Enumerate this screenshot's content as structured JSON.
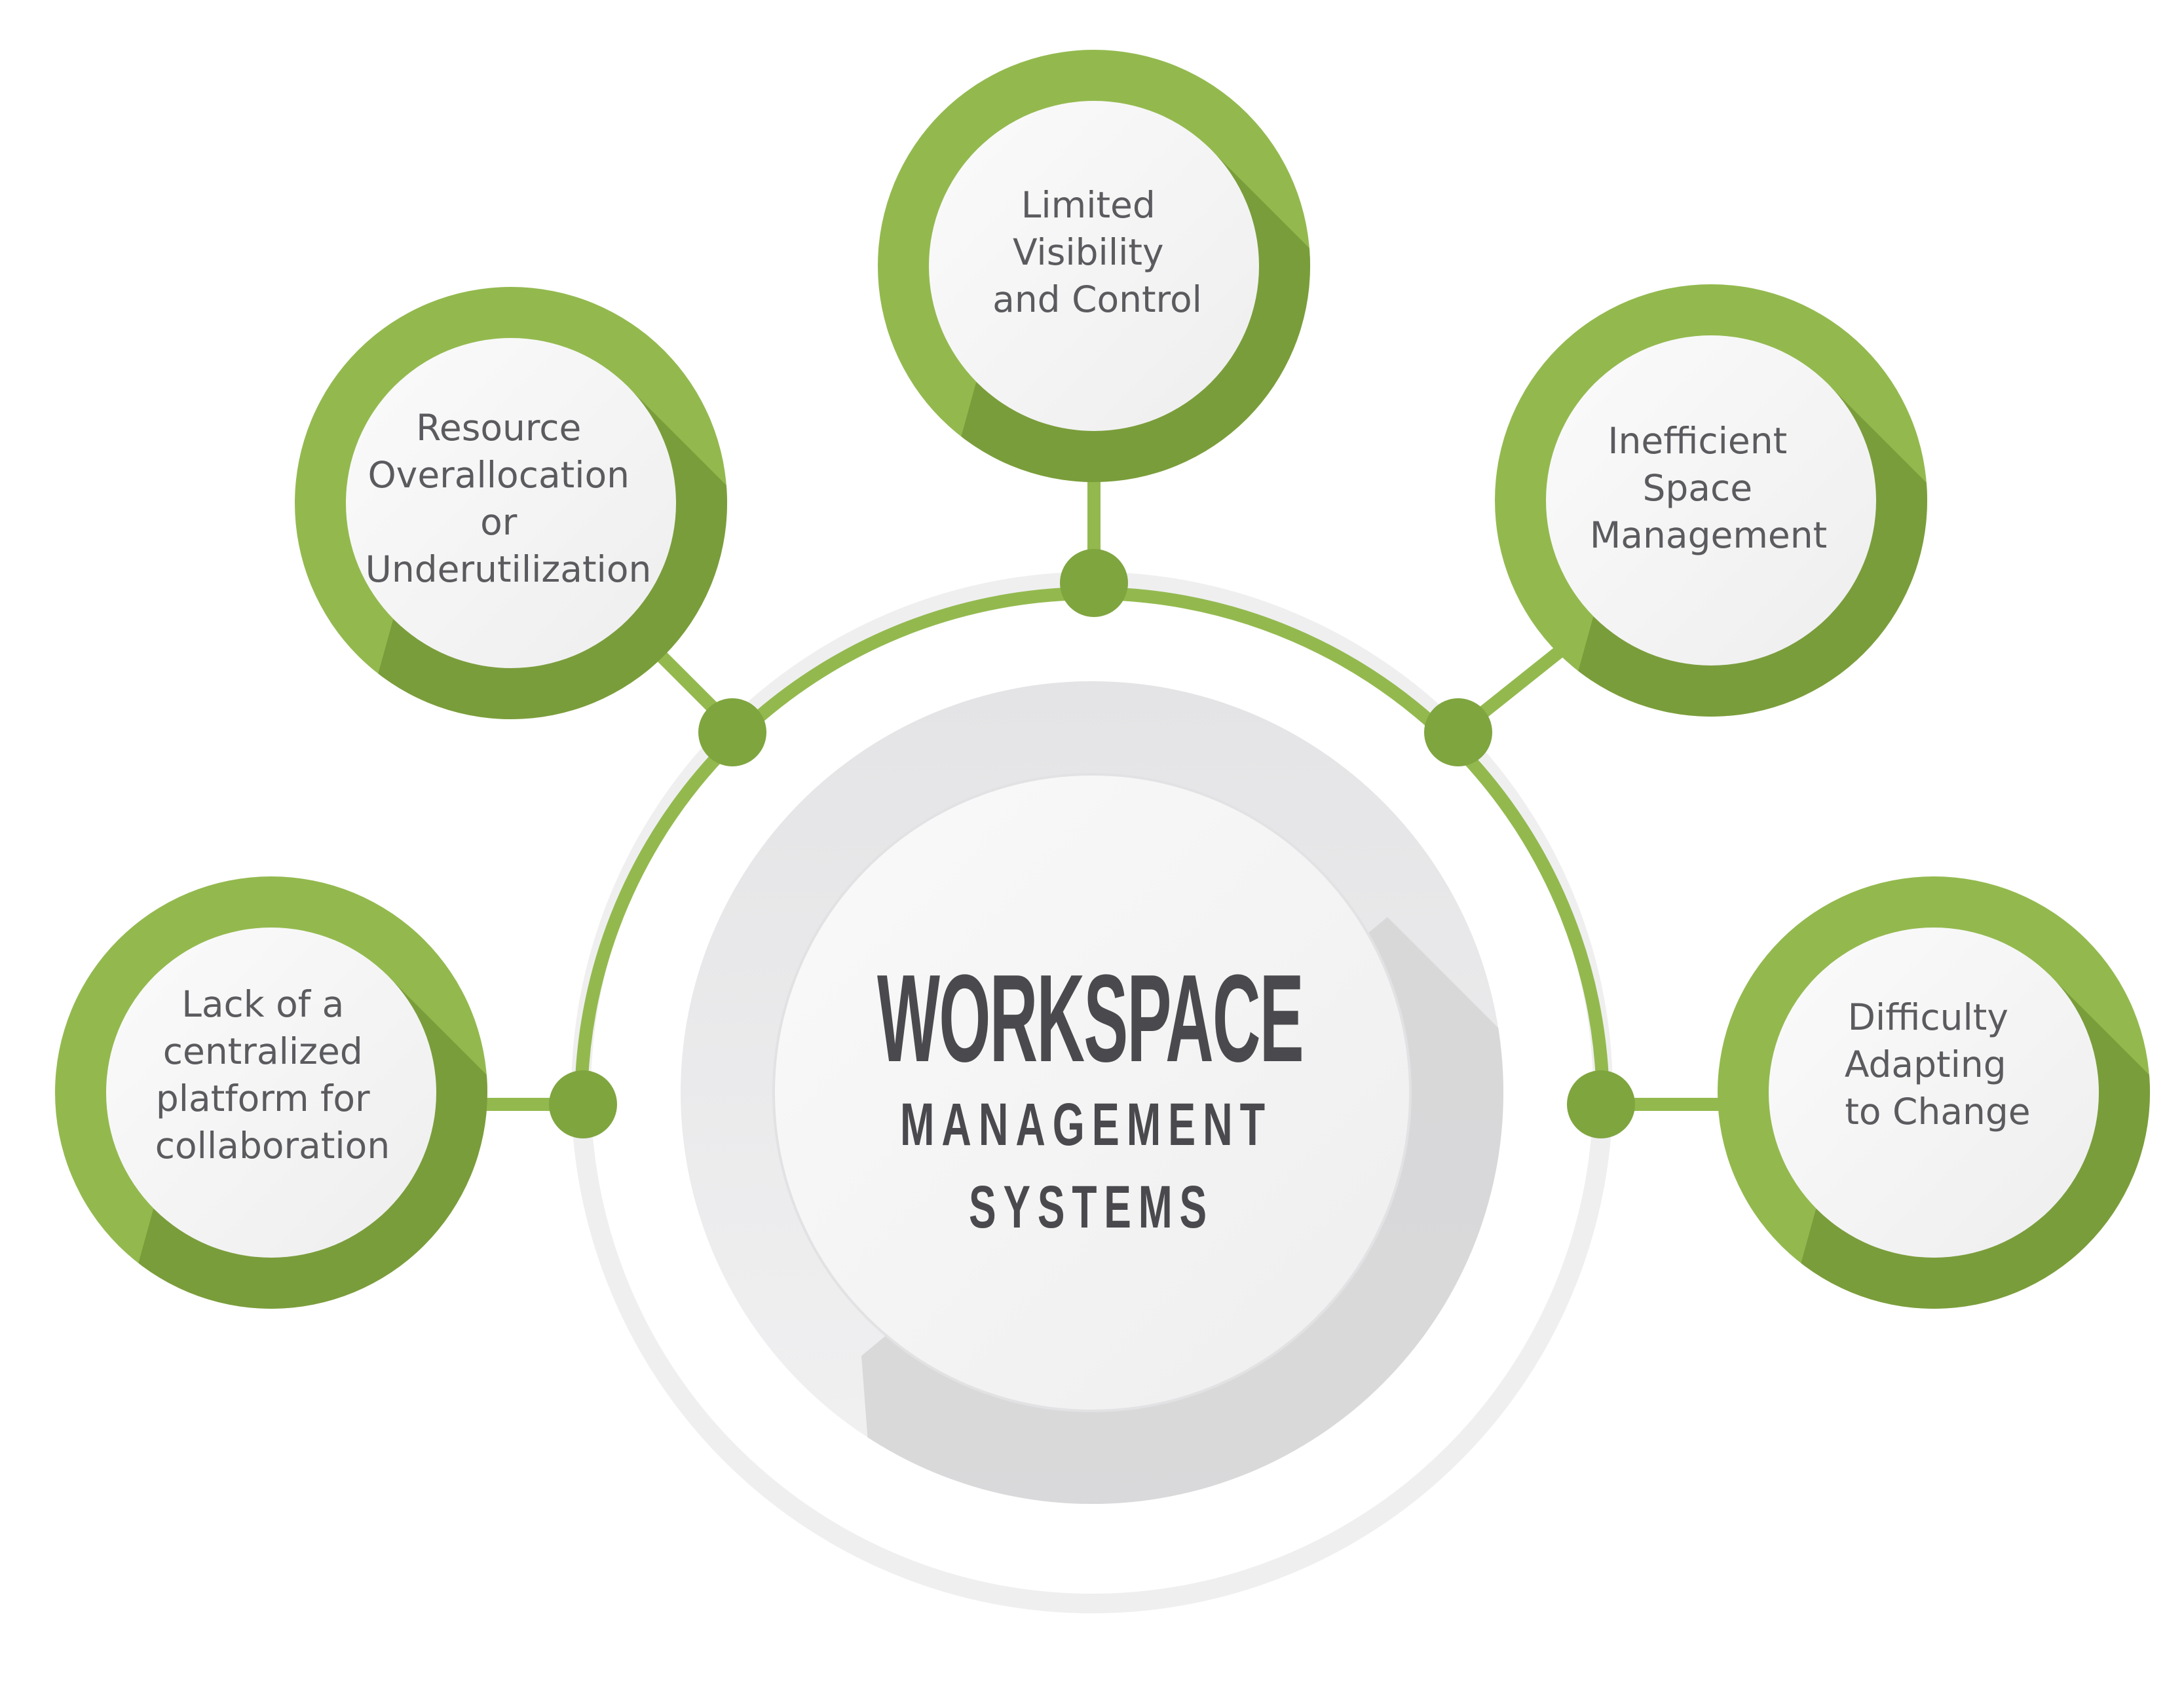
{
  "colors": {
    "green": "#93b94e",
    "green_dark": "#7a9d3b",
    "text": "#5b5b5f",
    "title": "#4a4a4e",
    "inner_fill": "#f6f6f6",
    "ring_light": "#ececed"
  },
  "center": {
    "title": "WORKSPACE",
    "line1": "MANAGEMENT",
    "line2": "SYSTEMS"
  },
  "nodes": [
    {
      "id": "resource",
      "lines": [
        "Resource",
        "Overallocation",
        "or",
        "Underutilization"
      ]
    },
    {
      "id": "visibility",
      "lines": [
        "Limited",
        "Visibility",
        "and Control"
      ]
    },
    {
      "id": "space",
      "lines": [
        "Inefficient",
        "Space",
        "Management"
      ]
    },
    {
      "id": "collaboration",
      "lines": [
        "Lack of a",
        "centralized",
        "platform for",
        "collaboration"
      ]
    },
    {
      "id": "change",
      "lines": [
        "Difficulty",
        "Adapting",
        "to Change"
      ]
    }
  ]
}
